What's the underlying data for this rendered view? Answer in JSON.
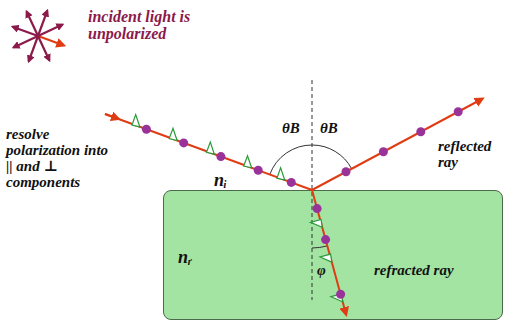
{
  "diagram": {
    "nodes": [
      {
        "text": [
          "nᵣ"
        ]
      }
    ],
    "labels": [
      "incident light is unpolarized",
      "resolve polarization into || and ⊥ components",
      "nᵢ",
      "θB",
      "θB",
      "reflected ray",
      "refracted ray",
      "φ"
    ]
  }
}
